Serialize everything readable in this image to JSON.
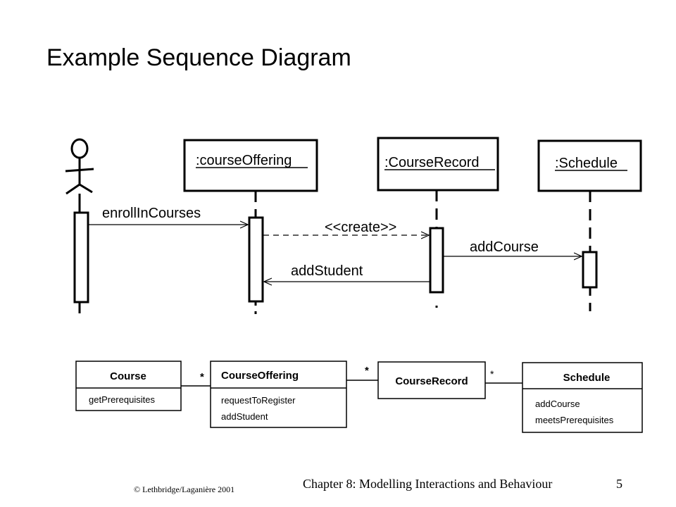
{
  "slide": {
    "title": "Example Sequence Diagram",
    "copyright": "© Lethbridge/Laganière 2001",
    "chapter": "Chapter 8: Modelling Interactions and Behaviour",
    "page_number": "5"
  },
  "sequence": {
    "objects": [
      {
        "id": "course-offering",
        "label": ":courseOffering"
      },
      {
        "id": "course-record",
        "label": ":CourseRecord"
      },
      {
        "id": "schedule",
        "label": ":Schedule"
      }
    ],
    "messages": [
      {
        "id": "enroll",
        "label": "enrollInCourses",
        "style": "solid"
      },
      {
        "id": "create",
        "label": "<<create>>",
        "style": "dashed"
      },
      {
        "id": "add-course",
        "label": "addCourse",
        "style": "solid"
      },
      {
        "id": "add-student",
        "label": "addStudent",
        "style": "solid"
      }
    ]
  },
  "class_diagram": {
    "classes": [
      {
        "id": "course",
        "name": "Course",
        "operations": [
          "getPrerequisites"
        ]
      },
      {
        "id": "course-offering",
        "name": "CourseOffering",
        "operations": [
          "requestToRegister",
          "addStudent"
        ]
      },
      {
        "id": "course-record",
        "name": "CourseRecord",
        "operations": []
      },
      {
        "id": "schedule",
        "name": "Schedule",
        "operations": [
          "addCourse",
          "meetsPrerequisites"
        ]
      }
    ],
    "multiplicities": {
      "course_to_offering": "*",
      "offering_to_record": "*",
      "record_to_schedule": "*"
    }
  }
}
